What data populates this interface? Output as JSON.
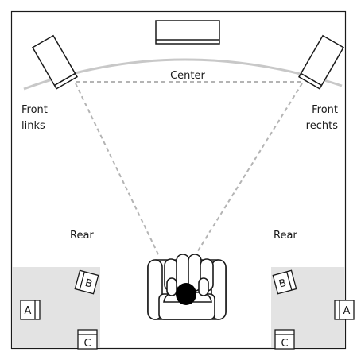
{
  "labels": {
    "center": "Center",
    "front_left": [
      "Front",
      "links"
    ],
    "front_right": [
      "Front",
      "rechts"
    ],
    "rear_left": "Rear",
    "rear_right": "Rear"
  },
  "speaker_letters": {
    "a": "A",
    "b": "B",
    "c": "C"
  },
  "colors": {
    "line": "#1a1a1a",
    "arc": "#c8c8c8",
    "dashed": "#b4b4b4",
    "rear_zone": "#e3e3e3"
  }
}
